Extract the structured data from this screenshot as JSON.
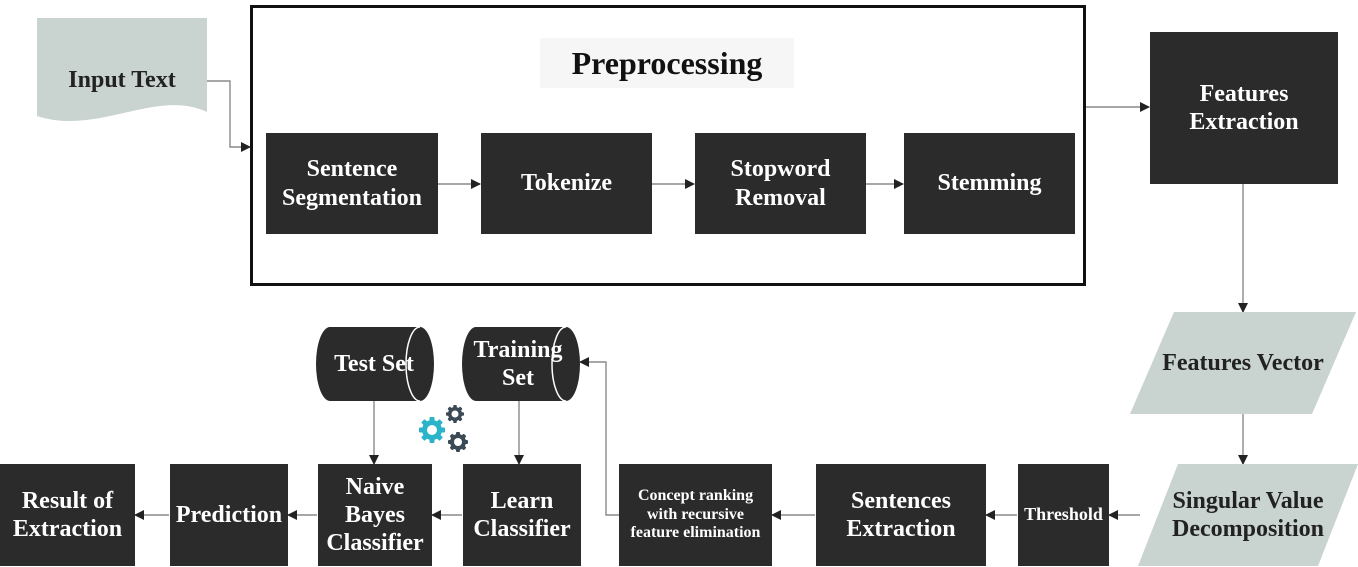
{
  "colors": {
    "dark_box": "#2b2b2b",
    "light_shape": "#c9d3cf",
    "arrow": "#3a3a3a",
    "gear_teal": "#2bb3c9",
    "gear_dark": "#3b4a55"
  },
  "diagram": {
    "input_text": "Input Text",
    "preprocessing": {
      "title": "Preprocessing",
      "steps": {
        "sentence_segmentation": "Sentence Segmentation",
        "tokenize": "Tokenize",
        "stopword_removal": "Stopword Removal",
        "stemming": "Stemming"
      }
    },
    "features_extraction": "Features Extraction",
    "features_vector": "Features Vector",
    "svd": "Singular Value Decomposition",
    "threshold": "Threshold",
    "sentences_extraction": "Sentences Extraction",
    "concept_ranking": "Concept ranking with recursive feature elimination",
    "training_set": "Training Set",
    "test_set": "Test Set",
    "learn_classifier": "Learn Classifier",
    "naive_bayes": "Naive Bayes Classifier",
    "prediction": "Prediction",
    "result": "Result of Extraction",
    "gears_icon": "gears-icon"
  }
}
